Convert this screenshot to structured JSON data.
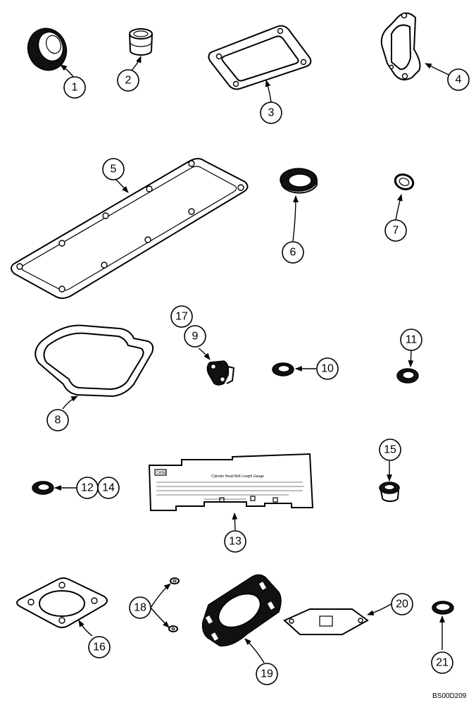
{
  "callouts": {
    "c1": "1",
    "c2": "2",
    "c3": "3",
    "c4": "4",
    "c5": "5",
    "c6": "6",
    "c7": "7",
    "c8": "8",
    "c9": "9",
    "c10": "10",
    "c11": "11",
    "c12": "12",
    "c13": "13",
    "c14": "14",
    "c15": "15",
    "c16": "16",
    "c17": "17",
    "c18": "18",
    "c19": "19",
    "c20": "20",
    "c21": "21"
  },
  "gauge": {
    "title": "Cylinder Head Bolt Length Gauge",
    "logo": "CASE"
  },
  "reference_code": "BS00D209"
}
